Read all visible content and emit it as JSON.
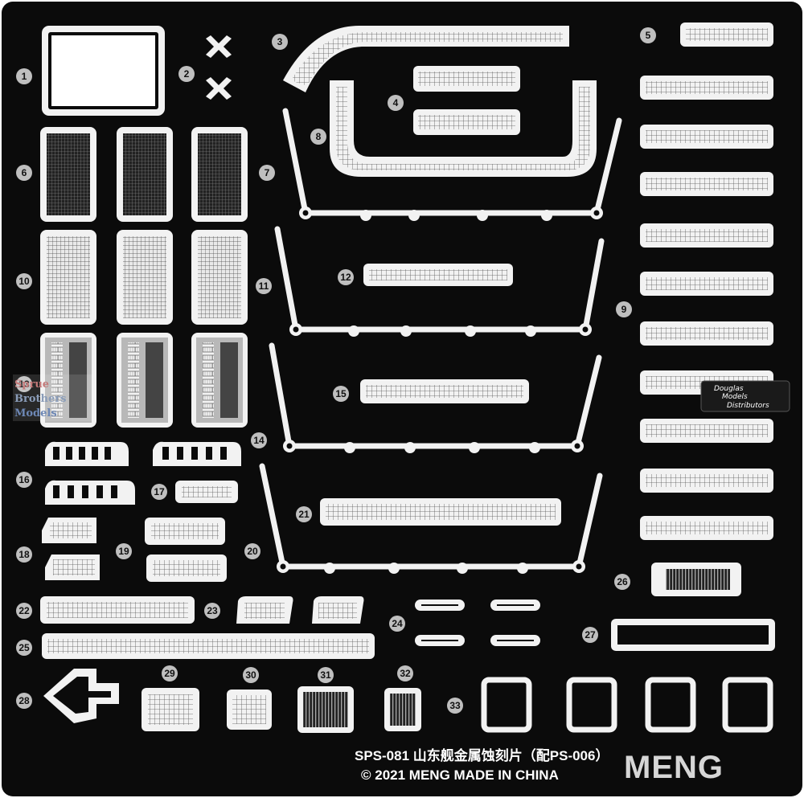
{
  "part_numbers": [
    "1",
    "2",
    "3",
    "4",
    "5",
    "6",
    "7",
    "8",
    "9",
    "10",
    "11",
    "12",
    "13",
    "14",
    "15",
    "16",
    "17",
    "18",
    "19",
    "20",
    "21",
    "22",
    "23",
    "24",
    "25",
    "26",
    "27",
    "28",
    "29",
    "30",
    "31",
    "32",
    "33"
  ],
  "footer": {
    "line1": "SPS-081  山东舰金属蚀刻片（配PS-006）",
    "line2": "© 2021 MENG   MADE IN CHINA"
  },
  "logo": "MENG",
  "watermark": {
    "line1": "Sprue",
    "line2": "Brothers",
    "line3": "Models"
  },
  "distributor_badge": {
    "line1": "Douglas",
    "line2": "Models",
    "line3": "Distributors"
  },
  "colors": {
    "sheet": "#0b0b0b",
    "parts": "#f2f2f2",
    "labels": "#bfbfbf"
  }
}
